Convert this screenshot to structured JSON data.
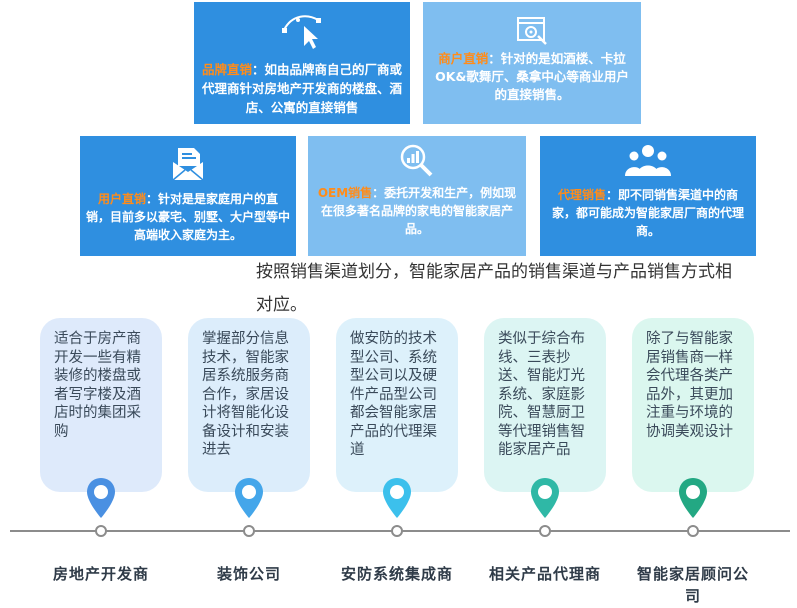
{
  "boxes": [
    {
      "title": "品牌直销",
      "text": "：如由品牌商自己的厂商或代理商针对房地产开发商的楼盘、酒店、公寓的直接销售",
      "icon": "bezier-pen-cursor-icon"
    },
    {
      "title": "商户直销",
      "text": "：针对的是如酒楼、卡拉OK&歌舞厅、桑拿中心等商业用户的直接销售。",
      "icon": "settings-screen-icon"
    },
    {
      "title": "用户直销",
      "text": "：针对是是家庭用户的直销，目前多以豪宅、别墅、大户型等中高端收入家庭为主。",
      "icon": "envelope-letter-icon"
    },
    {
      "title": "OEM销售",
      "text": "：委托开发和生产，例如现在很多著名品牌的家电的智能家居产品。",
      "icon": "magnifier-chart-icon"
    },
    {
      "title": "代理销售",
      "text": "：即不同销售渠道中的商家，都可能成为智能家居厂商的代理商。",
      "icon": "people-group-icon"
    }
  ],
  "caption": "按照销售渠道划分，智能家居产品的销售渠道与产品销售方式相对应。",
  "channels": [
    {
      "desc": "适合于房产商开发一些有精装修的楼盘或者写字楼及酒店时的集团采购",
      "label": "房地产开发商",
      "bg": "#deeafb",
      "pin": "#4a90e2"
    },
    {
      "desc": "掌握部分信息技术，智能家居系统服务商合作，家居设计将智能化设备设计和安装进去",
      "label": "装饰公司",
      "bg": "#dcedfb",
      "pin": "#44a6ea"
    },
    {
      "desc": "做安防的技术型公司、系统型公司以及硬件产品型公司都会智能家居产品的代理渠道",
      "label": "安防系统集成商",
      "bg": "#ddf1fb",
      "pin": "#3cc0ec"
    },
    {
      "desc": "类似于综合布线、三表抄送、智能灯光系统、家庭影院、智慧厨卫等代理销售智能家居产品",
      "label": "相关产品代理商",
      "bg": "#dcf5f3",
      "pin": "#2fb8a6"
    },
    {
      "desc": "除了与智能家居销售商一样会代理各类产品外，其更加注重与环境的协调美观设计",
      "label": "智能家居顾问公司",
      "bg": "#dbf7ef",
      "pin": "#23a883"
    }
  ],
  "colors": {
    "dark_box": "#2f8fe0",
    "light_box": "#7fbef0",
    "title_highlight": "#ff8c1a",
    "timeline": "#8c8c8c"
  }
}
